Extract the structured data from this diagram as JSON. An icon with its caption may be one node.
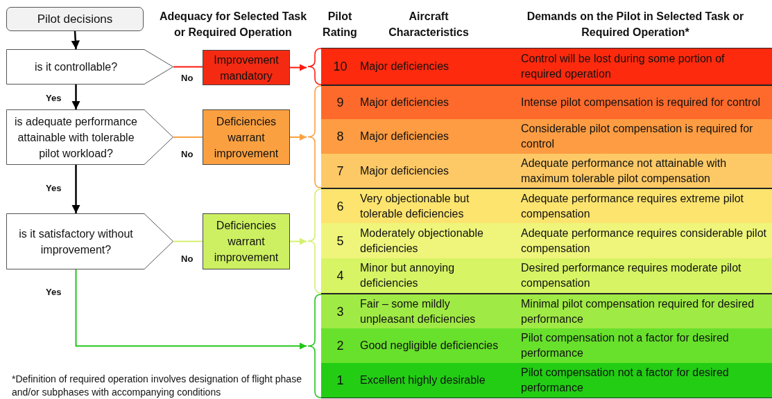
{
  "diagram": {
    "nodes": [
      {
        "text": [
          "Pilot decisions"
        ]
      },
      {
        "text": [
          "is it controllable?"
        ]
      },
      {
        "text": [
          "is adequate performance attainable with tolerable pilot workload?"
        ]
      },
      {
        "text": [
          "is it satisfactory without improvement?"
        ]
      },
      {
        "text": [
          "Improvement mandatory"
        ]
      },
      {
        "text": [
          "Deficiencies warrant improvement"
        ]
      },
      {
        "text": [
          "Deficiencies warrant improvement"
        ]
      },
      {
        "text": [],
        "shape": "bracket"
      },
      {
        "text": [
          "10",
          "Major deficiencies",
          "Control will be lost during some portion of required operation"
        ],
        "in": 7
      },
      {
        "text": [],
        "shape": "bracket"
      },
      {
        "text": [
          "9",
          "Major deficiencies",
          "Intense pilot compensation is required for control"
        ],
        "in": 9
      },
      {
        "text": [
          "8",
          "Major deficiencies",
          "Considerable pilot compensation is required for control"
        ],
        "in": 9
      },
      {
        "text": [
          "7",
          "Major deficiencies",
          "Adequate performance not attainable with maximum tolerable pilot compensation"
        ],
        "in": 9
      },
      {
        "text": [],
        "shape": "bracket"
      },
      {
        "text": [
          "6",
          "Very objectionable but tolerable deficiencies",
          "Adequate performance requires extreme pilot compensation"
        ],
        "in": 13
      },
      {
        "text": [
          "5",
          "Moderately objectionable deficiencies",
          "Adequate performance requires considerable pilot compensation"
        ],
        "in": 13
      },
      {
        "text": [
          "4",
          "Minor but annoying deficiencies",
          "Desired performance requires moderate pilot compensation"
        ],
        "in": 13
      },
      {
        "text": [],
        "shape": "bracket"
      },
      {
        "text": [
          "3",
          "Fair – some mildly unpleasant deficiencies",
          "Minimal pilot compensation required for desired performance"
        ],
        "in": 17
      },
      {
        "text": [
          "2",
          "Good negligible deficiencies",
          "Pilot compensation not a factor for desired performance"
        ],
        "in": 17
      },
      {
        "text": [
          "1",
          "Excellent highly desirable",
          "Pilot compensation not a factor for desired performance"
        ],
        "in": 17
      }
    ],
    "edges": [
      {
        "from": 0,
        "to": 1,
        "arrow": "to"
      },
      {
        "from": 1,
        "to": 2,
        "arrow": "to",
        "label": "Yes"
      },
      {
        "from": 2,
        "to": 3,
        "arrow": "to",
        "label": "Yes"
      },
      {
        "from": 3,
        "to": 17,
        "arrow": "to",
        "label": "Yes",
        "color": "#22c51a"
      },
      {
        "from": 1,
        "to": 4,
        "arrow": "none",
        "label": "No",
        "color": "#ff1a0d"
      },
      {
        "from": 4,
        "to": 7,
        "arrow": "to",
        "color": "#ff1a0d"
      },
      {
        "from": 2,
        "to": 5,
        "arrow": "none",
        "label": "No",
        "color": "#fba040"
      },
      {
        "from": 5,
        "to": 9,
        "arrow": "to",
        "color": "#fba040"
      },
      {
        "from": 3,
        "to": 6,
        "arrow": "none",
        "label": "No",
        "color": "#d4f070"
      },
      {
        "from": 6,
        "to": 13,
        "arrow": "to",
        "color": "#d4f070"
      }
    ],
    "labels": [
      "Adequacy for Selected Task or Required Operation",
      "Pilot Rating",
      "Aircraft Characteristics",
      "Demands on the Pilot in Selected Task or Required Operation*",
      "*Definition of required operation involves designation of flight phase and/or subphases with accompanying conditions"
    ]
  }
}
